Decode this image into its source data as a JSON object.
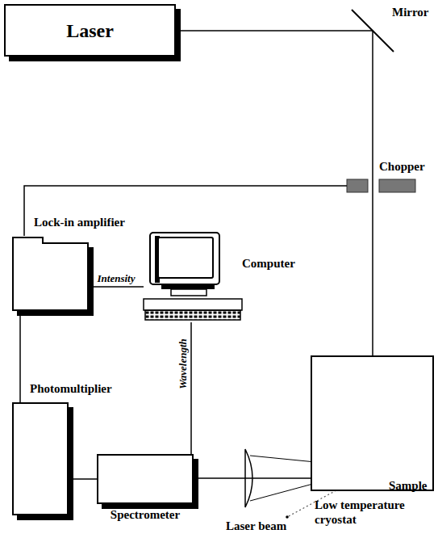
{
  "diagram": {
    "nodes": [
      {
        "text": [
          "Laser"
        ]
      },
      {
        "text": [
          "Lock-in amplifier"
        ]
      },
      {
        "text": [
          "Computer"
        ]
      },
      {
        "text": [
          "Photomultiplier"
        ]
      },
      {
        "text": [
          "Spectrometer"
        ]
      },
      {
        "text": [
          "Low temperature cryostat"
        ]
      },
      {
        "text": [
          "Sample"
        ],
        "in": 5
      }
    ],
    "edges": [
      {
        "from": 0,
        "to": 6,
        "arrow": "none"
      },
      {
        "from": 1,
        "to": 2,
        "label": "Intensity",
        "arrow": "none"
      },
      {
        "from": 2,
        "to": 4,
        "label": "Wavelength",
        "arrow": "none"
      },
      {
        "from": 1,
        "to": 3,
        "arrow": "none"
      },
      {
        "from": 3,
        "to": 4,
        "arrow": "none"
      },
      {
        "from": 4,
        "to": 6,
        "arrow": "none"
      }
    ],
    "labels": [
      "Mirror",
      "Chopper",
      "Laser beam"
    ]
  }
}
